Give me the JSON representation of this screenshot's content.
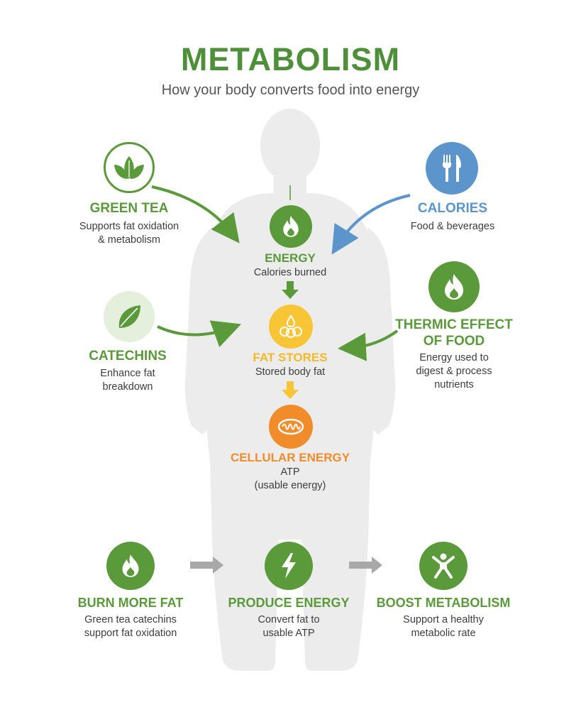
{
  "title": "METABOLISM",
  "subtitle": "How your body converts food into energy",
  "colors": {
    "green": "#5a9a3a",
    "title_green": "#4e8f3a",
    "blue": "#5b95cc",
    "yellow": "#f8c537",
    "orange": "#f08c2a",
    "body_silhouette": "#ececec",
    "arrow_gray": "#a8a8a8"
  },
  "inputs": {
    "green_tea": {
      "label": "GREEN TEA",
      "desc_lines": [
        "Supports fat oxidation",
        "& metabolism"
      ],
      "icon": "leaves-icon"
    },
    "calories": {
      "label": "CALORIES",
      "desc_lines": [
        "Food & beverages"
      ],
      "icon": "fork-knife-icon"
    },
    "catechins": {
      "label": "CATECHINS",
      "desc_lines": [
        "Enhance fat",
        "breakdown"
      ],
      "icon": "leaf-icon"
    },
    "thermic": {
      "label_lines": [
        "THERMIC EFFECT",
        "OF FOOD"
      ],
      "desc_lines": [
        "Energy used to",
        "digest & process",
        "nutrients"
      ],
      "icon": "flame-icon"
    }
  },
  "flow": {
    "energy": {
      "label": "ENERGY",
      "desc": "Calories burned",
      "icon": "flame-icon"
    },
    "fat_stores": {
      "label": "FAT STORES",
      "desc": "Stored body fat",
      "icon": "fat-droplets-icon"
    },
    "cellular": {
      "label": "CELLULAR ENERGY",
      "desc_lines": [
        "ATP",
        "(usable energy)"
      ],
      "icon": "mitochondria-icon"
    }
  },
  "benefits": [
    {
      "label": "BURN MORE FAT",
      "desc_lines": [
        "Green tea catechins",
        "support fat oxidation"
      ],
      "icon": "flame-icon"
    },
    {
      "label": "PRODUCE ENERGY",
      "desc_lines": [
        "Convert fat to",
        "usable ATP"
      ],
      "icon": "lightning-icon"
    },
    {
      "label": "BOOST METABOLISM",
      "desc_lines": [
        "Support a healthy",
        "metabolic rate"
      ],
      "icon": "person-active-icon"
    }
  ]
}
